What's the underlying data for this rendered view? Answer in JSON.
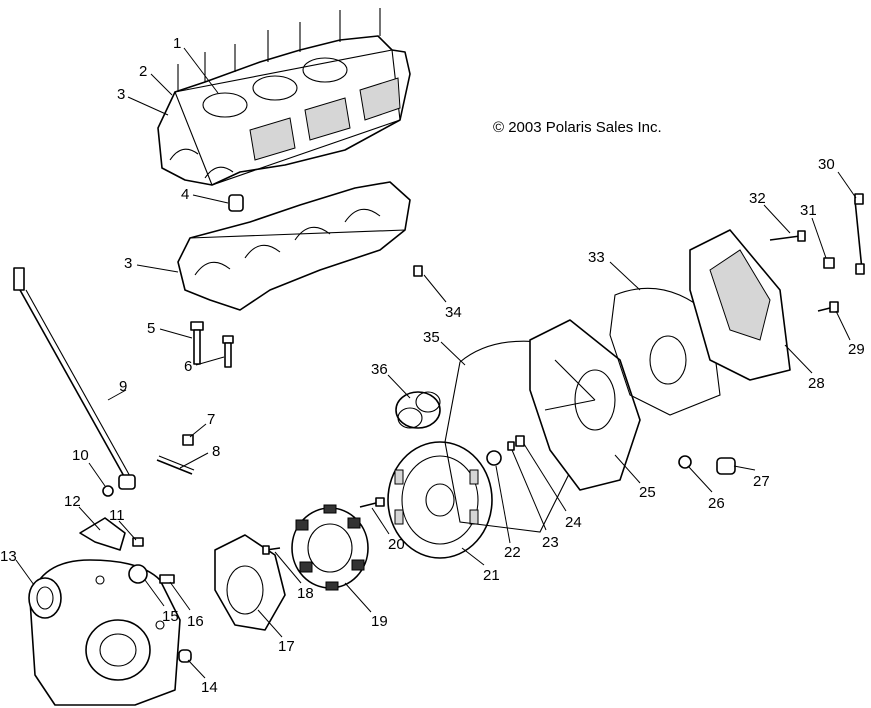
{
  "copyright": "© 2003 Polaris Sales Inc.",
  "callouts": [
    "1",
    "2",
    "3",
    "3",
    "4",
    "5",
    "6",
    "7",
    "8",
    "9",
    "10",
    "11",
    "12",
    "13",
    "14",
    "15",
    "16",
    "17",
    "18",
    "19",
    "20",
    "21",
    "22",
    "23",
    "24",
    "25",
    "26",
    "27",
    "28",
    "29",
    "30",
    "31",
    "32",
    "33",
    "34",
    "35",
    "36"
  ]
}
